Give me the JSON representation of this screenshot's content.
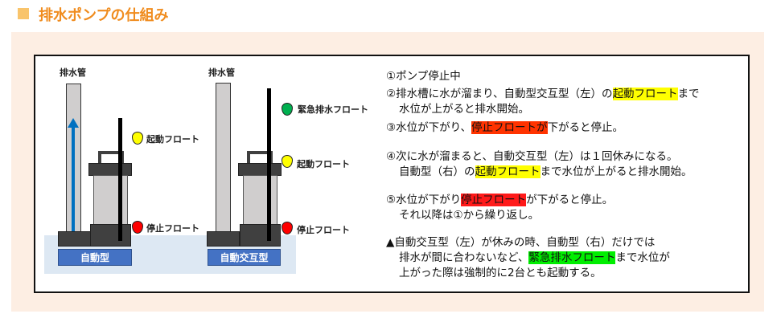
{
  "header": {
    "title": "排水ポンプの仕組み",
    "accent": "#f08c1e"
  },
  "diagram": {
    "pipe_label": "排水管",
    "left": {
      "tag": "自動型",
      "start_float": "起動フロート",
      "stop_float": "停止フロート"
    },
    "right": {
      "tag": "自動交互型",
      "emergency_float": "緊急排水フロート",
      "start_float": "起動フロート",
      "stop_float": "停止フロート"
    }
  },
  "steps": [
    {
      "a": "①ポンプ停止中"
    },
    {
      "a": "②排水槽に水が溜まり、自動型交互型（左）の",
      "hl": "起動フロート",
      "b": "まで",
      "line2": "水位が上がると排水開始。"
    },
    {
      "a": "③水位が下がり、",
      "hl": "停止フロートが",
      "b": "下がると停止。"
    },
    {
      "a": "④次に水が溜まると、自動交互型（左）は１回休みになる。",
      "l2a": "自動型（右）の",
      "hl": "起動フロート",
      "l2b": "まで水位が上がると排水開始。"
    },
    {
      "a": "⑤水位が下がり",
      "hl": "停止フロート",
      "b": "が下がると停止。",
      "line2": "それ以降は①から繰り返し。"
    },
    {
      "a": "▲自動交互型（左）が休みの時、自動型（右）だけでは",
      "l2a": "排水が間に合わないなど、",
      "hl": "緊急排水フロート",
      "l2b": "まで水位が",
      "line3": "上がった際は強制的に2台とも起動する。"
    }
  ]
}
